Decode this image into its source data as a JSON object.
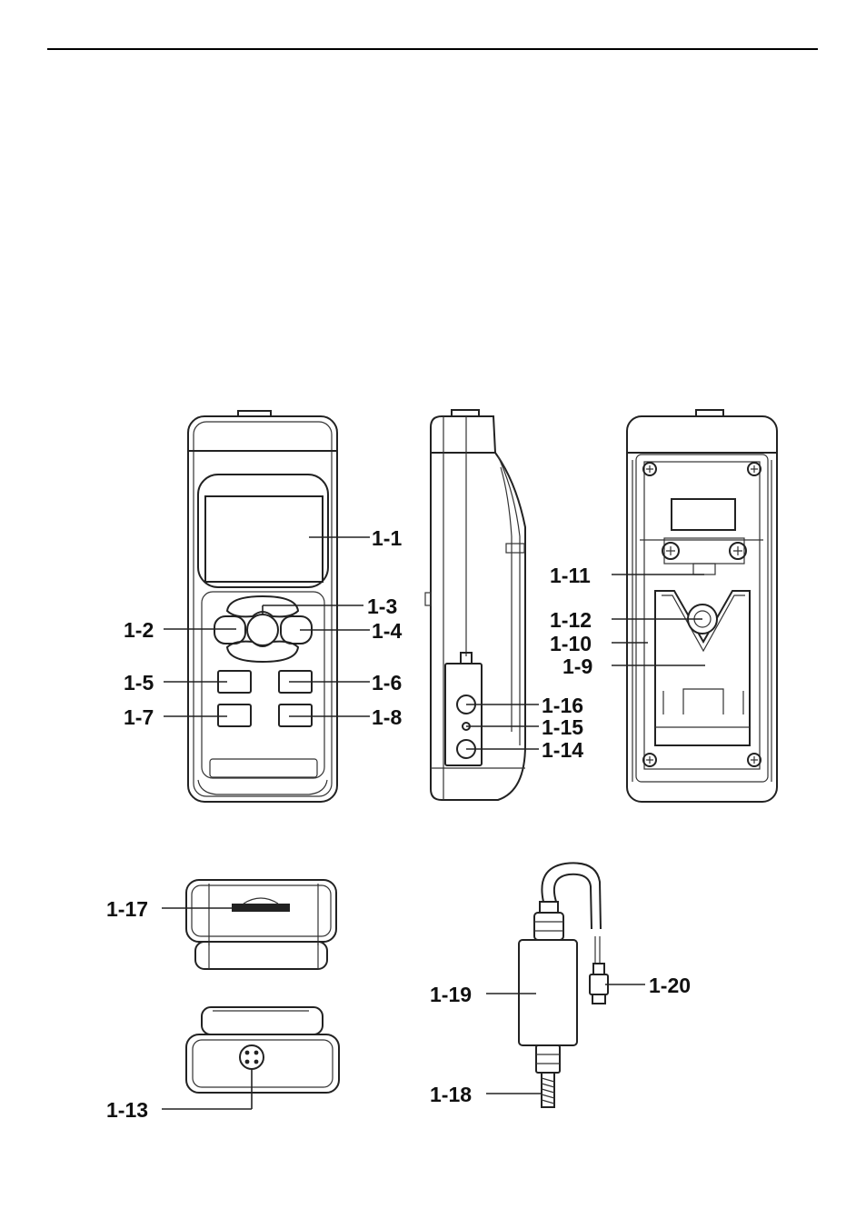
{
  "labels": {
    "l1_1": "1-1",
    "l1_2": "1-2",
    "l1_3": "1-3",
    "l1_4": "1-4",
    "l1_5": "1-5",
    "l1_6": "1-6",
    "l1_7": "1-7",
    "l1_8": "1-8",
    "l1_9": "1-9",
    "l1_10": "1-10",
    "l1_11": "1-11",
    "l1_12": "1-12",
    "l1_13": "1-13",
    "l1_14": "1-14",
    "l1_15": "1-15",
    "l1_16": "1-16",
    "l1_17": "1-17",
    "l1_18": "1-18",
    "l1_19": "1-19",
    "l1_20": "1-20"
  }
}
